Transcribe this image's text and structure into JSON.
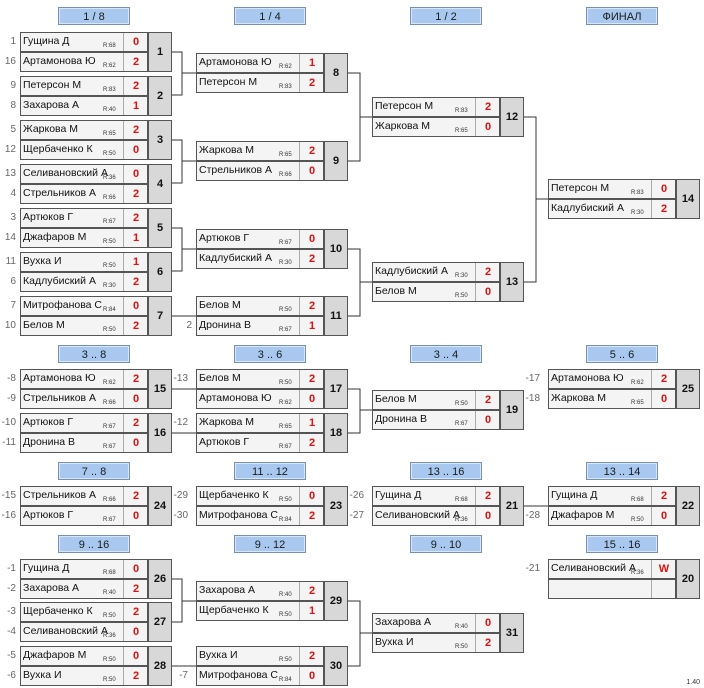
{
  "headers": {
    "r1": "1 / 8",
    "r2": "1 / 4",
    "r3": "1 / 2",
    "r4": "ФИНАЛ",
    "c3_8": "3 .. 8",
    "c3_6": "3 .. 6",
    "c3_4": "3 .. 4",
    "c5_6": "5 .. 6",
    "c7_8": "7 .. 8",
    "c11_12": "11 .. 12",
    "c13_16": "13 .. 16",
    "c13_14": "13 .. 14",
    "c9_16": "9 .. 16",
    "c9_12": "9 .. 12",
    "c9_10": "9 .. 10",
    "c15_16": "15 .. 16"
  },
  "version": "1.40",
  "matches": {
    "m1": {
      "num": "1",
      "s1": "1",
      "s2": "16",
      "a": {
        "name": "Гущина Д",
        "rating": "R:68",
        "score": "0"
      },
      "b": {
        "name": "Артамонова Ю",
        "rating": "R:62",
        "score": "2"
      }
    },
    "m2": {
      "num": "2",
      "s1": "9",
      "s2": "8",
      "a": {
        "name": "Петерсон М",
        "rating": "R:83",
        "score": "2"
      },
      "b": {
        "name": "Захарова А",
        "rating": "R:40",
        "score": "1"
      }
    },
    "m3": {
      "num": "3",
      "s1": "5",
      "s2": "12",
      "a": {
        "name": "Жаркова М",
        "rating": "R:65",
        "score": "2"
      },
      "b": {
        "name": "Щербаченко К",
        "rating": "R:50",
        "score": "0"
      }
    },
    "m4": {
      "num": "4",
      "s1": "13",
      "s2": "4",
      "a": {
        "name": "Селивановский А",
        "rating": "R:36",
        "score": "0"
      },
      "b": {
        "name": "Стрельников А",
        "rating": "R:66",
        "score": "2"
      }
    },
    "m5": {
      "num": "5",
      "s1": "3",
      "s2": "14",
      "a": {
        "name": "Артюков Г",
        "rating": "R:67",
        "score": "2"
      },
      "b": {
        "name": "Джафаров М",
        "rating": "R:50",
        "score": "1"
      }
    },
    "m6": {
      "num": "6",
      "s1": "11",
      "s2": "6",
      "a": {
        "name": "Вухка И",
        "rating": "R:50",
        "score": "1"
      },
      "b": {
        "name": "Кадлубиский А",
        "rating": "R:30",
        "score": "2"
      }
    },
    "m7": {
      "num": "7",
      "s1": "7",
      "s2": "10",
      "a": {
        "name": "Митрофанова С",
        "rating": "R:84",
        "score": "0"
      },
      "b": {
        "name": "Белов М",
        "rating": "R:50",
        "score": "2"
      }
    },
    "m8": {
      "num": "8",
      "a": {
        "name": "Артамонова Ю",
        "rating": "R:62",
        "score": "1"
      },
      "b": {
        "name": "Петерсон М",
        "rating": "R:83",
        "score": "2"
      }
    },
    "m9": {
      "num": "9",
      "a": {
        "name": "Жаркова М",
        "rating": "R:65",
        "score": "2"
      },
      "b": {
        "name": "Стрельников А",
        "rating": "R:66",
        "score": "0"
      }
    },
    "m10": {
      "num": "10",
      "a": {
        "name": "Артюков Г",
        "rating": "R:67",
        "score": "0"
      },
      "b": {
        "name": "Кадлубиский А",
        "rating": "R:30",
        "score": "2"
      }
    },
    "m11": {
      "num": "11",
      "s2": "2",
      "a": {
        "name": "Белов М",
        "rating": "R:50",
        "score": "2"
      },
      "b": {
        "name": "Дронина В",
        "rating": "R:67",
        "score": "1"
      }
    },
    "m12": {
      "num": "12",
      "a": {
        "name": "Петерсон М",
        "rating": "R:83",
        "score": "2"
      },
      "b": {
        "name": "Жаркова М",
        "rating": "R:65",
        "score": "0"
      }
    },
    "m13": {
      "num": "13",
      "a": {
        "name": "Кадлубиский А",
        "rating": "R:30",
        "score": "2"
      },
      "b": {
        "name": "Белов М",
        "rating": "R:50",
        "score": "0"
      }
    },
    "m14": {
      "num": "14",
      "a": {
        "name": "Петерсон М",
        "rating": "R:83",
        "score": "0"
      },
      "b": {
        "name": "Кадлубиский А",
        "rating": "R:30",
        "score": "2"
      }
    },
    "m15": {
      "num": "15",
      "s1": "-8",
      "s2": "-9",
      "a": {
        "name": "Артамонова Ю",
        "rating": "R:62",
        "score": "2"
      },
      "b": {
        "name": "Стрельников А",
        "rating": "R:66",
        "score": "0"
      }
    },
    "m16": {
      "num": "16",
      "s1": "-10",
      "s2": "-11",
      "a": {
        "name": "Артюков Г",
        "rating": "R:67",
        "score": "2"
      },
      "b": {
        "name": "Дронина В",
        "rating": "R:67",
        "score": "0"
      }
    },
    "m17": {
      "num": "17",
      "s1": "-13",
      "a": {
        "name": "Белов М",
        "rating": "R:50",
        "score": "2"
      },
      "b": {
        "name": "Артамонова Ю",
        "rating": "R:62",
        "score": "0"
      }
    },
    "m18": {
      "num": "18",
      "s1": "-12",
      "a": {
        "name": "Жаркова М",
        "rating": "R:65",
        "score": "1"
      },
      "b": {
        "name": "Артюков Г",
        "rating": "R:67",
        "score": "2"
      }
    },
    "m19": {
      "num": "19",
      "a": {
        "name": "Белов М",
        "rating": "R:50",
        "score": "2"
      },
      "b": {
        "name": "Дронина В",
        "rating": "R:67",
        "score": "0"
      }
    },
    "m25": {
      "num": "25",
      "s1": "-17",
      "s2": "-18",
      "a": {
        "name": "Артамонова Ю",
        "rating": "R:62",
        "score": "2"
      },
      "b": {
        "name": "Жаркова М",
        "rating": "R:65",
        "score": "0"
      }
    },
    "m24": {
      "num": "24",
      "s1": "-15",
      "s2": "-16",
      "a": {
        "name": "Стрельников А",
        "rating": "R:66",
        "score": "2"
      },
      "b": {
        "name": "Артюков Г",
        "rating": "R:67",
        "score": "0"
      }
    },
    "m23": {
      "num": "23",
      "s1": "-29",
      "s2": "-30",
      "a": {
        "name": "Щербаченко К",
        "rating": "R:50",
        "score": "0"
      },
      "b": {
        "name": "Митрофанова С",
        "rating": "R:84",
        "score": "2"
      }
    },
    "m21": {
      "num": "21",
      "s1": "-26",
      "s2": "-27",
      "a": {
        "name": "Гущина Д",
        "rating": "R:68",
        "score": "2"
      },
      "b": {
        "name": "Селивановский А",
        "rating": "R:36",
        "score": "0"
      }
    },
    "m22": {
      "num": "22",
      "s2": "-28",
      "a": {
        "name": "Гущина Д",
        "rating": "R:68",
        "score": "2"
      },
      "b": {
        "name": "Джафаров М",
        "rating": "R:50",
        "score": "0"
      }
    },
    "m26": {
      "num": "26",
      "s1": "-1",
      "s2": "-2",
      "a": {
        "name": "Гущина Д",
        "rating": "R:68",
        "score": "0"
      },
      "b": {
        "name": "Захарова А",
        "rating": "R:40",
        "score": "2"
      }
    },
    "m27": {
      "num": "27",
      "s1": "-3",
      "s2": "-4",
      "a": {
        "name": "Щербаченко К",
        "rating": "R:50",
        "score": "2"
      },
      "b": {
        "name": "Селивановский А",
        "rating": "R:36",
        "score": "0"
      }
    },
    "m28": {
      "num": "28",
      "s1": "-5",
      "s2": "-6",
      "a": {
        "name": "Джафаров М",
        "rating": "R:50",
        "score": "0"
      },
      "b": {
        "name": "Вухка И",
        "rating": "R:50",
        "score": "2"
      }
    },
    "m29": {
      "num": "29",
      "a": {
        "name": "Захарова А",
        "rating": "R:40",
        "score": "2"
      },
      "b": {
        "name": "Щербаченко К",
        "rating": "R:50",
        "score": "1"
      }
    },
    "m30": {
      "num": "30",
      "s2": "-7",
      "a": {
        "name": "Вухка И",
        "rating": "R:50",
        "score": "2"
      },
      "b": {
        "name": "Митрофанова С",
        "rating": "R:84",
        "score": "0"
      }
    },
    "m31": {
      "num": "31",
      "a": {
        "name": "Захарова А",
        "rating": "R:40",
        "score": "0"
      },
      "b": {
        "name": "Вухка И",
        "rating": "R:50",
        "score": "2"
      }
    },
    "m20": {
      "num": "20",
      "s1": "-21",
      "a": {
        "name": "Селивановский А",
        "rating": "R:36",
        "score": "W"
      },
      "b": {
        "name": "",
        "rating": "",
        "score": ""
      }
    }
  }
}
